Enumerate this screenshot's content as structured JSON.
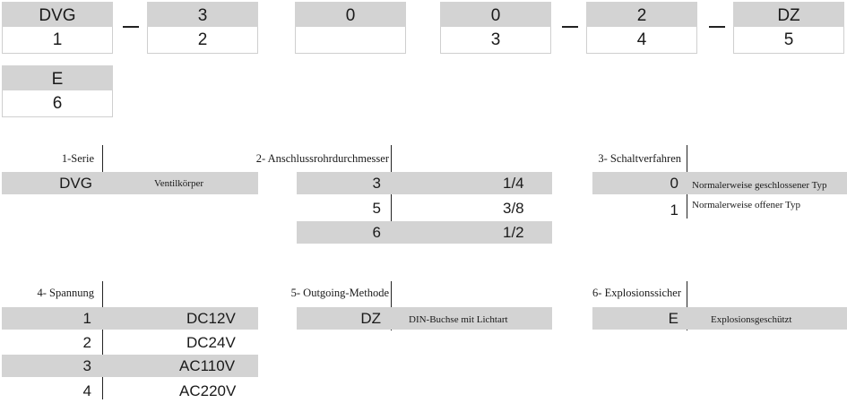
{
  "code": {
    "boxes": [
      {
        "top": "DVG",
        "bottom": "1"
      },
      {
        "top": "3",
        "bottom": "2"
      },
      {
        "top": "0",
        "bottom": ""
      },
      {
        "top": "0",
        "bottom": "3"
      },
      {
        "top": "2",
        "bottom": "4"
      },
      {
        "top": "DZ",
        "bottom": "5"
      },
      {
        "top": "E",
        "bottom": "6"
      }
    ]
  },
  "sections": {
    "s1": {
      "title": "1-Serie",
      "rows": [
        {
          "num": "DVG",
          "val": "Ventilkörper"
        }
      ]
    },
    "s2": {
      "title": "2- Anschlussrohrdurchmesser",
      "rows": [
        {
          "num": "3",
          "val": "1/4"
        },
        {
          "num": "5",
          "val": "3/8"
        },
        {
          "num": "6",
          "val": "1/2"
        }
      ]
    },
    "s3": {
      "title": "3- Schaltverfahren",
      "rows": [
        {
          "num": "0",
          "val": "Normalerweise geschlossener Typ"
        },
        {
          "num": "1",
          "val": "Normalerweise offener Typ"
        }
      ]
    },
    "s4": {
      "title": "4- Spannung",
      "rows": [
        {
          "num": "1",
          "val": "DC12V"
        },
        {
          "num": "2",
          "val": "DC24V"
        },
        {
          "num": "3",
          "val": "AC110V"
        },
        {
          "num": "4",
          "val": "AC220V"
        }
      ]
    },
    "s5": {
      "title": "5- Outgoing-Methode",
      "rows": [
        {
          "num": "DZ",
          "val": "DIN-Buchse mit Lichtart"
        }
      ]
    },
    "s6": {
      "title": "6- Explosionssicher",
      "rows": [
        {
          "num": "E",
          "val": "Explosionsgeschützt"
        }
      ]
    }
  },
  "colors": {
    "shade": "#d3d3d3",
    "text": "#1a1a1a"
  }
}
